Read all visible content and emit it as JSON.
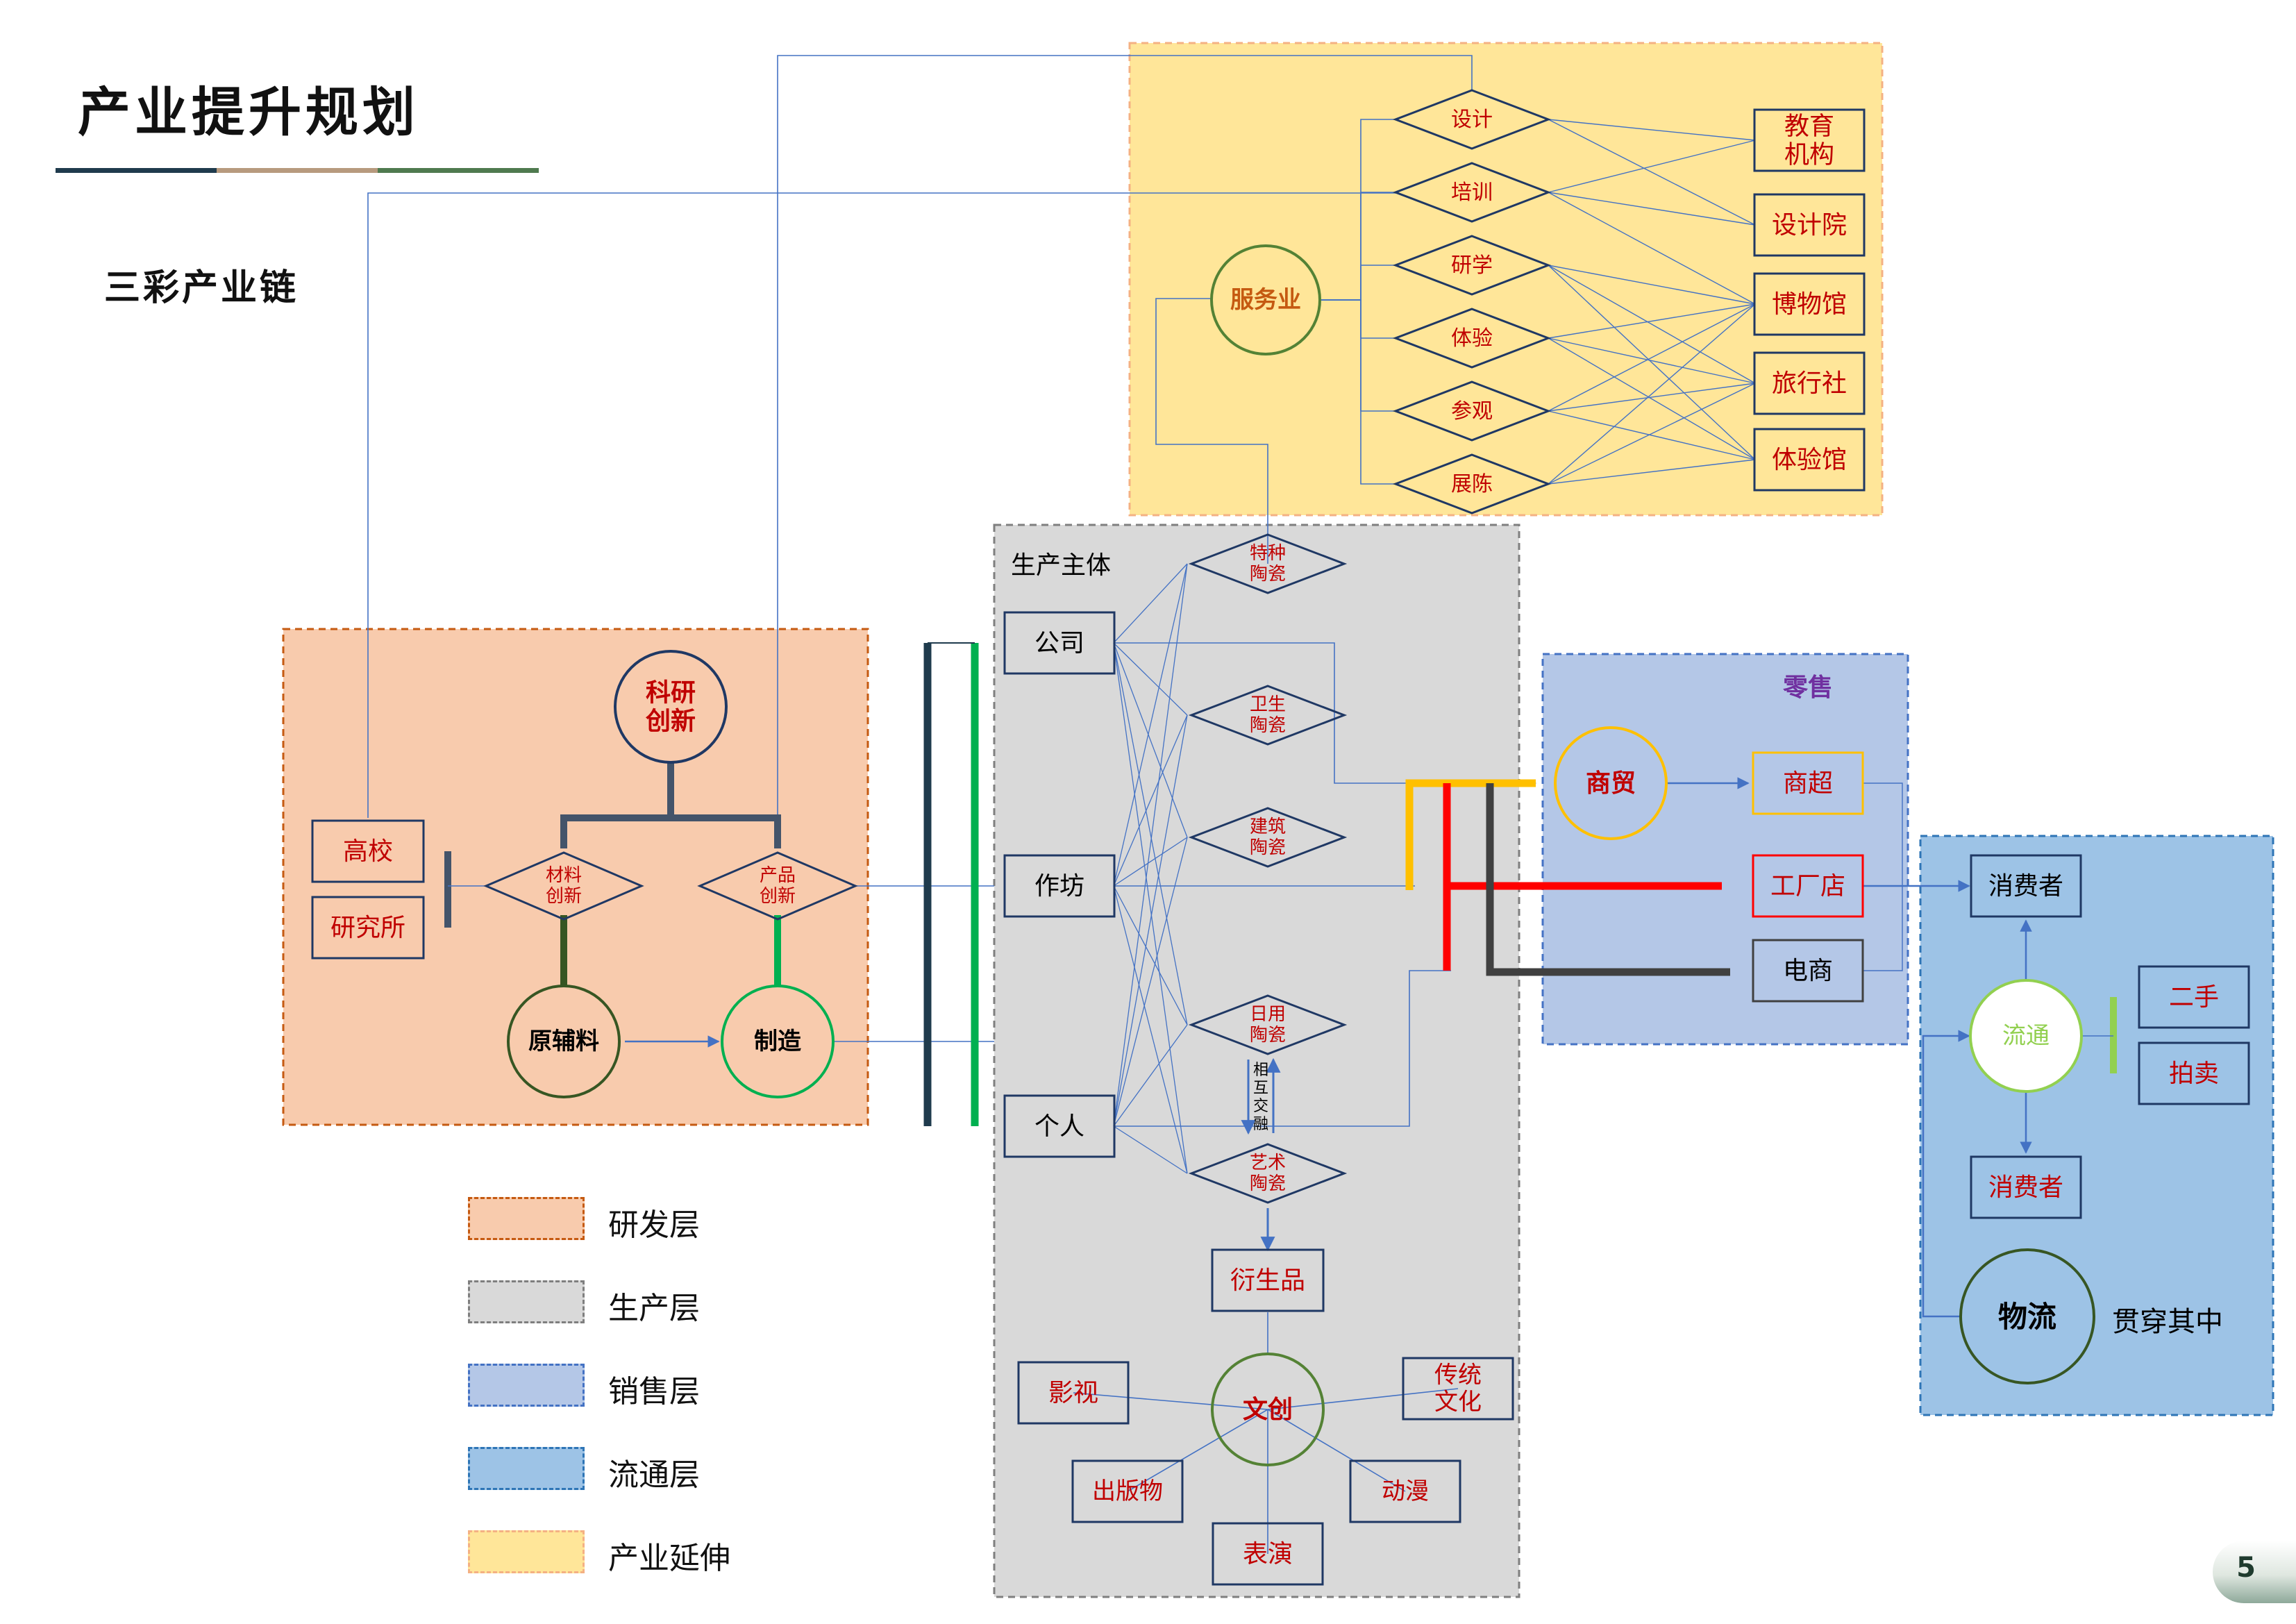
{
  "page": {
    "title": "产业提升规划",
    "subtitle": "三彩产业链",
    "page_number": "5"
  },
  "colors": {
    "rd_fill": "#f8cbad",
    "rd_border": "#c55a11",
    "prod_fill": "#d9d9d9",
    "prod_border": "#7f7f7f",
    "sales_fill": "#b4c7e7",
    "sales_border": "#4472c4",
    "circ_fill": "#9dc3e6",
    "circ_border": "#2e75b6",
    "ext_fill": "#ffe699",
    "ext_border": "#f4b183",
    "box_border": "#1f3864",
    "label_red": "#c00000"
  },
  "rd": {
    "sci_innovation": "科研\n创新",
    "university": "高校",
    "institute": "研究所",
    "material_innovation": "材料\n创新",
    "product_innovation": "产品\n创新",
    "raw_material": "原辅料",
    "manufacturing": "制造"
  },
  "production": {
    "header": "生产主体",
    "subjects": [
      "公司",
      "作坊",
      "个人"
    ],
    "types": [
      "特种\n陶瓷",
      "卫生\n陶瓷",
      "建筑\n陶瓷",
      "日用\n陶瓷",
      "艺术\n陶瓷"
    ],
    "exchange": "相\n互\n交\n融",
    "derivative": "衍生品",
    "cultural_creative": "文创",
    "cultural_items": [
      "影视",
      "传统\n文化",
      "出版物",
      "动漫",
      "表演"
    ]
  },
  "sales": {
    "retail": "零售",
    "trade": "商贸",
    "supermarket": "商超",
    "factory_store": "工厂店",
    "ecommerce": "电商"
  },
  "circulation": {
    "consumer_top": "消费者",
    "circulation": "流通",
    "second_hand": "二手",
    "auction": "拍卖",
    "consumer_bottom": "消费者",
    "logistics": "物流",
    "throughout": "贯穿其中"
  },
  "extension": {
    "service": "服务业",
    "activities": [
      "设计",
      "培训",
      "研学",
      "体验",
      "参观",
      "展陈"
    ],
    "institutions": [
      "教育\n机构",
      "设计院",
      "博物馆",
      "旅行社",
      "体验馆"
    ]
  },
  "legend": [
    {
      "label": "研发层",
      "key": "rd"
    },
    {
      "label": "生产层",
      "key": "prod"
    },
    {
      "label": "销售层",
      "key": "sales"
    },
    {
      "label": "流通层",
      "key": "circ"
    },
    {
      "label": "产业延伸",
      "key": "ext"
    }
  ]
}
